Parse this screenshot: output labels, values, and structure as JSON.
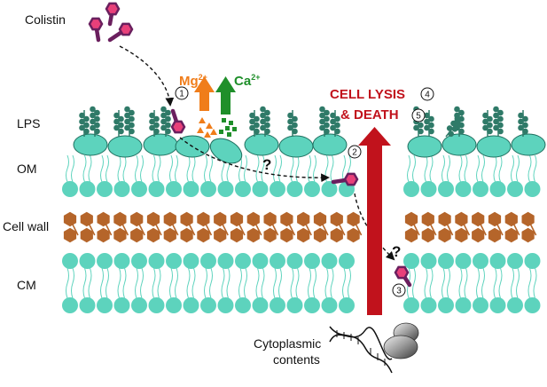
{
  "labels": {
    "colistin": "Colistin",
    "lps": "LPS",
    "om": "OM",
    "cell_wall": "Cell wall",
    "cm": "CM",
    "cytoplasmic_line1": "Cytoplasmic",
    "cytoplasmic_line2": "contents"
  },
  "ions": {
    "mg": "Mg",
    "mg_charge": "2+",
    "ca": "Ca",
    "ca_charge": "2+"
  },
  "cell_lysis": {
    "line1": "CELL LYSIS",
    "line2": "& DEATH"
  },
  "steps": [
    "1",
    "2",
    "3",
    "4",
    "5"
  ],
  "question_mark": "?",
  "colors": {
    "membrane_teal": "#5dd3bd",
    "membrane_stroke": "#1f6f5f",
    "lps_dark": "#2f7a68",
    "cell_wall_brown": "#b5652a",
    "colistin_magenta": "#e8407a",
    "colistin_purple": "#6a1f5e",
    "mg_orange": "#f07d1a",
    "ca_green": "#1f8f2a",
    "lysis_red": "#c1121c"
  }
}
